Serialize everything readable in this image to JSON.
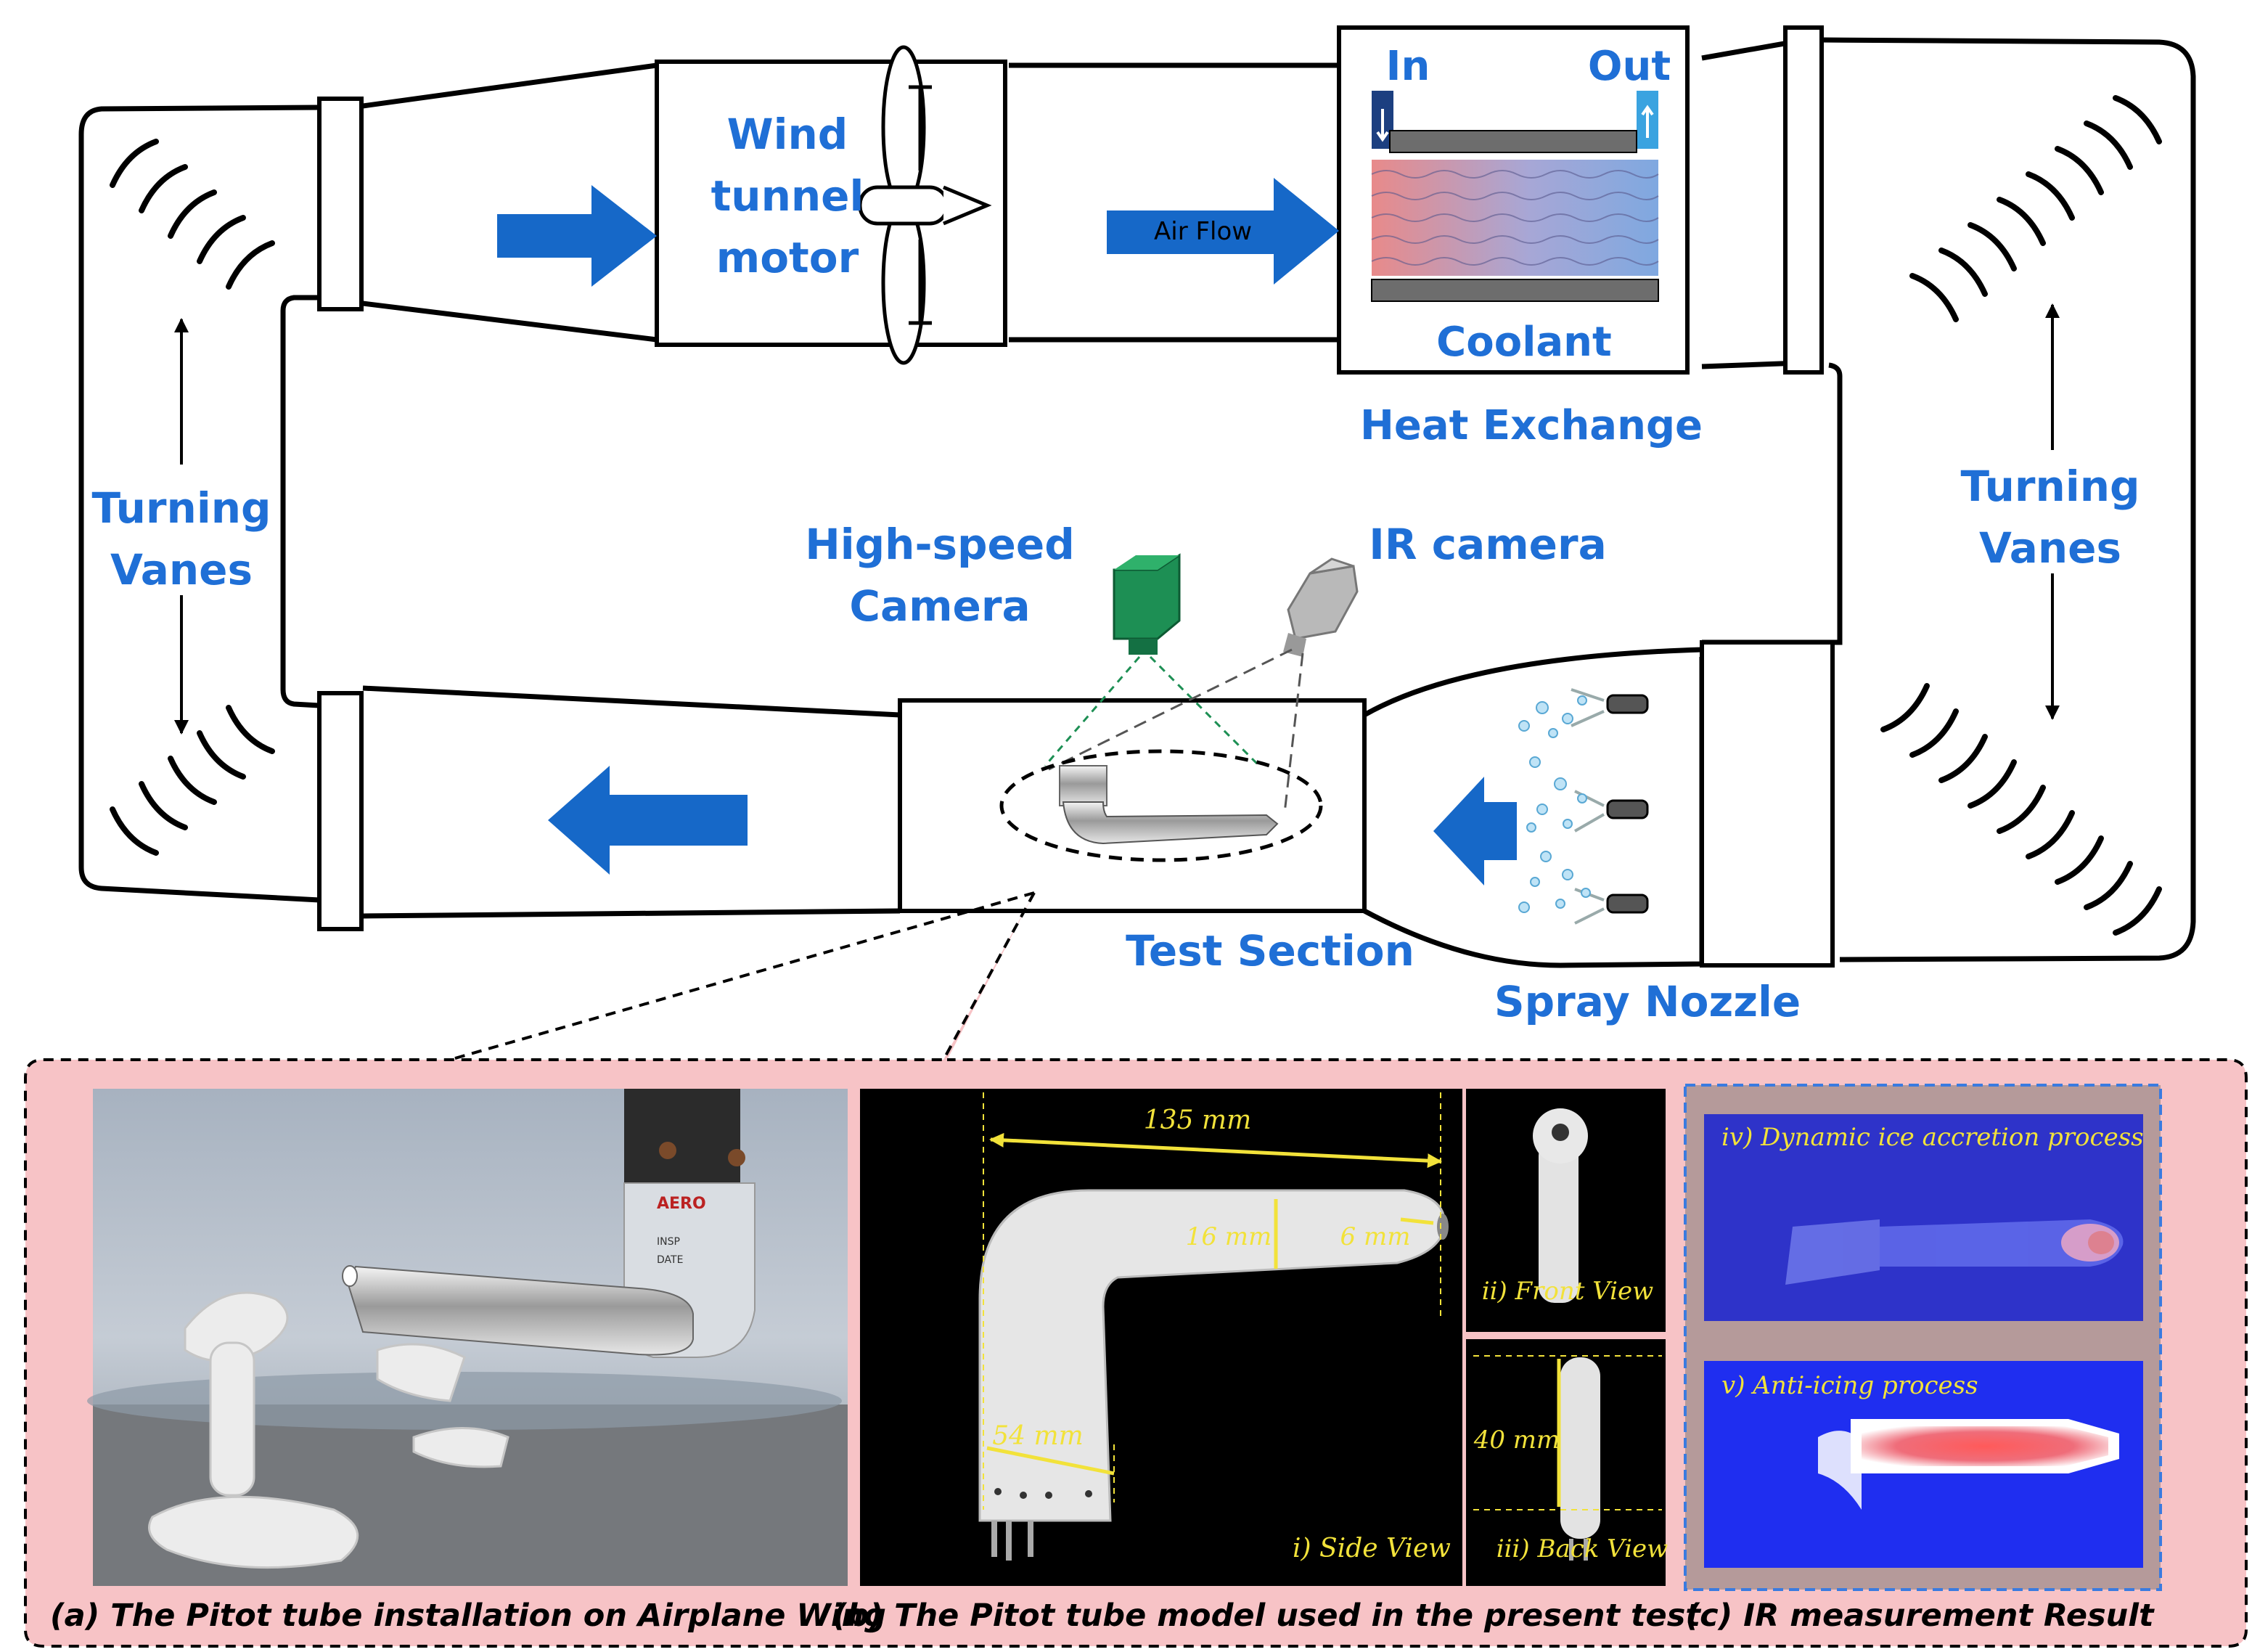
{
  "tunnel": {
    "motor_label": [
      "Wind",
      "tunnel",
      "motor"
    ],
    "air_flow": "Air Flow",
    "hx_in": "In",
    "hx_out": "Out",
    "coolant": "Coolant",
    "heat_exchange": "Heat Exchange",
    "turning_vanes_left": [
      "Turning",
      "Vanes"
    ],
    "turning_vanes_right": [
      "Turning",
      "Vanes"
    ],
    "high_speed_camera": [
      "High-speed",
      "Camera"
    ],
    "ir_camera": "IR camera",
    "test_section": "Test Section",
    "spray_nozzle": "Spray Nozzle"
  },
  "panels": {
    "a": {
      "caption": "(a) The Pitot tube installation on Airplane Wing",
      "tag_lines": [
        "AERO",
        "INSP",
        "DATE"
      ]
    },
    "b": {
      "caption": "(b) The Pitot tube model used in the present test",
      "dim_length": "135 mm",
      "dim_dia_tip": "16 mm",
      "dim_tip": "6 mm",
      "dim_strut": "54 mm",
      "dim_back": "40 mm",
      "view_side": "i) Side View",
      "view_front": "ii) Front View",
      "view_back": "iii) Back View"
    },
    "c": {
      "caption": "(c) IR measurement Result",
      "ir_top": "iv) Dynamic ice accretion process",
      "ir_bottom": "v) Anti-icing process"
    }
  },
  "colors": {
    "label_blue": "#1f6fd6",
    "arrow_blue": "#1668c8",
    "panel_pink": "#f7c3c6",
    "yellow_annot": "#f2e23a",
    "camera_green": "#1d8f54",
    "ir_gray": "#b9b9b9"
  }
}
